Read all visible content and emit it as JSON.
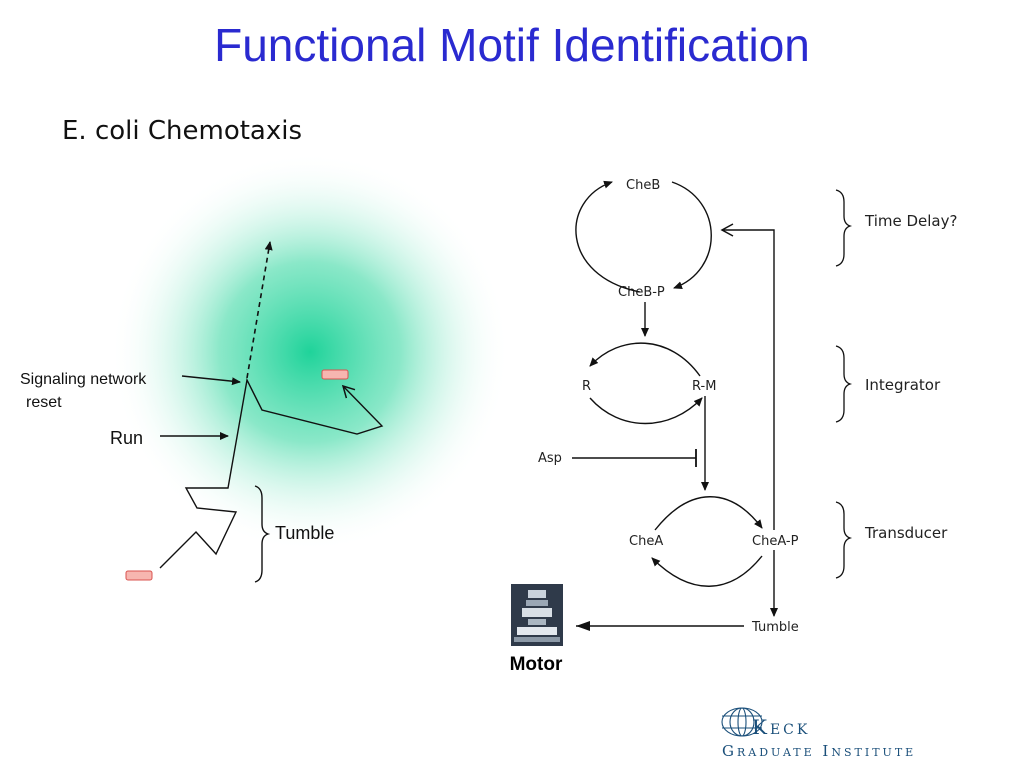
{
  "slide": {
    "title": "Functional Motif Identification",
    "subtitle": "E. coli Chemotaxis"
  },
  "left_panel": {
    "signaling_label_line1": "Signaling network",
    "signaling_label_line2": "reset",
    "run_label": "Run",
    "tumble_label": "Tumble"
  },
  "network": {
    "cheb": "CheB",
    "cheb_p": "CheB-P",
    "r": "R",
    "r_m": "R-M",
    "asp": "Asp",
    "chea": "CheA",
    "chea_p": "CheA-P",
    "tumble": "Tumble",
    "stage_time_delay": "Time Delay?",
    "stage_integrator": "Integrator",
    "stage_transducer": "Transducer",
    "motor_label": "Motor"
  },
  "logo": {
    "line1": "Keck",
    "line2": "Graduate Institute"
  },
  "colors": {
    "title": "#2a2ad0",
    "gradient": "#1fd39a",
    "cell_fill": "#f7b6b0",
    "cell_stroke": "#d9534f",
    "logo": "#1a4f7a"
  }
}
